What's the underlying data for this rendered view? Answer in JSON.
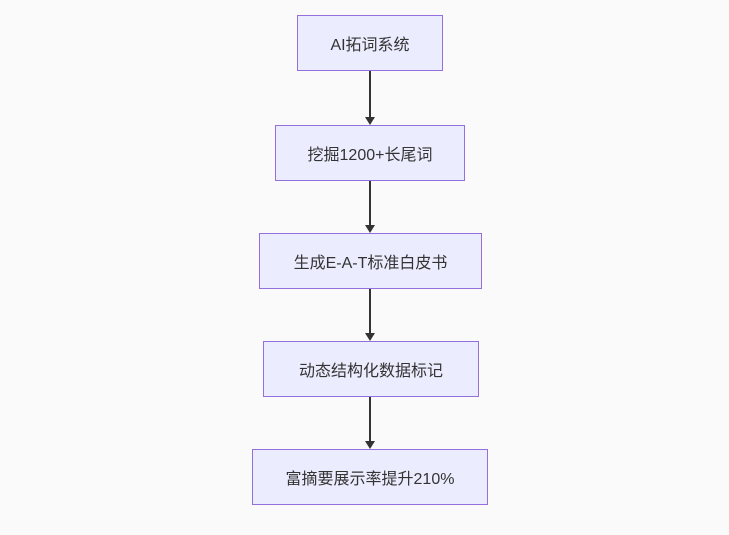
{
  "diagram": {
    "type": "flowchart",
    "direction": "top-down",
    "nodes": [
      {
        "label": "AI拓词系统"
      },
      {
        "label": "挖掘1200+长尾词"
      },
      {
        "label": "生成E-A-T标准白皮书"
      },
      {
        "label": "动态结构化数据标记"
      },
      {
        "label": "富摘要展示率提升210%"
      }
    ],
    "edges": [
      {
        "from": 0,
        "to": 1,
        "style": "arrow-down"
      },
      {
        "from": 1,
        "to": 2,
        "style": "arrow-down"
      },
      {
        "from": 2,
        "to": 3,
        "style": "arrow-down"
      },
      {
        "from": 3,
        "to": 4,
        "style": "arrow-down"
      }
    ],
    "colors": {
      "background": "#FAFAFA",
      "node_fill": "#ECECFF",
      "node_border": "#9370DB",
      "text": "#333333",
      "arrow": "#333333"
    }
  }
}
